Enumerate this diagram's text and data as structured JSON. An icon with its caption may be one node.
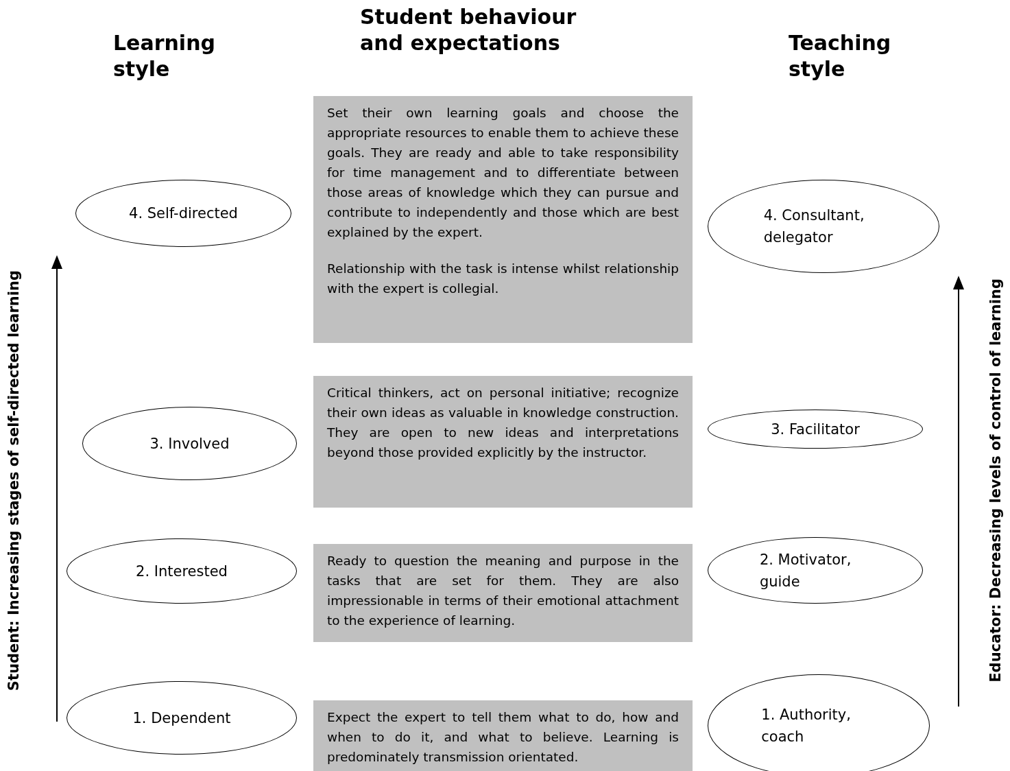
{
  "diagram": {
    "nodes": [
      {
        "text": [
          "4. Self-directed"
        ]
      },
      {
        "text": [
          "Set their own learning goals and choose the appropriate resources to enable them to achieve these goals. They are ready and able to take responsibility for time management and to differentiate between those areas of knowledge which they can pursue and contribute to independently and those which are best explained by the expert.",
          "Relationship with the task is intense whilst relationship with the expert is collegial."
        ]
      },
      {
        "text": [
          "4. Consultant, delegator"
        ]
      },
      {
        "text": [
          "3. Involved"
        ]
      },
      {
        "text": [
          "Critical thinkers, act on personal initiative; recognize their own ideas as valuable in knowledge construction. They are open to new ideas and interpretations beyond those provided explicitly by the instructor."
        ]
      },
      {
        "text": [
          "3. Facilitator"
        ]
      },
      {
        "text": [
          "2. Interested"
        ]
      },
      {
        "text": [
          "Ready to question the meaning and purpose in the tasks that are set for them. They are also impressionable in terms of their emotional attachment to the experience of learning."
        ]
      },
      {
        "text": [
          "2. Motivator, guide"
        ]
      },
      {
        "text": [
          "1. Dependent"
        ]
      },
      {
        "text": [
          "Expect the expert to tell them what to do, how and when to do it, and what to believe. Learning is predominately transmission orientated."
        ]
      },
      {
        "text": [
          "1. Authority, coach"
        ]
      }
    ],
    "labels": [
      "Learning style",
      "Student behaviour and expectations",
      "Teaching style",
      "Student: Increasing stages of self-directed learning",
      "Educator: Decreasing levels of control of learning"
    ]
  }
}
